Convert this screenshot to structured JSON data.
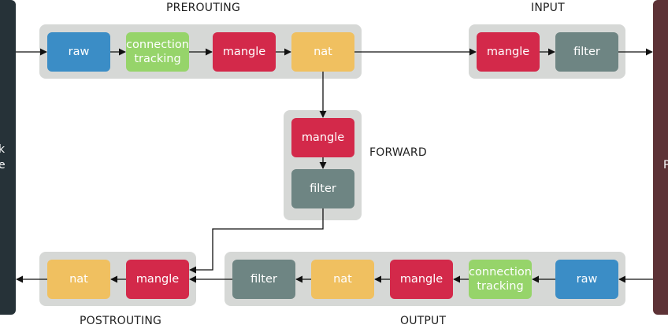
{
  "diagram": {
    "left_bar": {
      "text": "k\ne",
      "color": "#263238"
    },
    "right_bar": {
      "text": "P",
      "color": "#5d3236"
    },
    "chains": {
      "prerouting": {
        "label": "PREROUTING",
        "tables": [
          "raw",
          "connection\ntracking",
          "mangle",
          "nat"
        ]
      },
      "input": {
        "label": "INPUT",
        "tables": [
          "mangle",
          "filter"
        ]
      },
      "forward": {
        "label": "FORWARD",
        "tables": [
          "mangle",
          "filter"
        ]
      },
      "postrouting": {
        "label": "POSTROUTING",
        "tables": [
          "nat",
          "mangle"
        ]
      },
      "output": {
        "label": "OUTPUT",
        "tables": [
          "filter",
          "nat",
          "mangle",
          "connection\ntracking",
          "raw"
        ]
      }
    },
    "colors": {
      "raw": "#3b8dc6",
      "connection_tracking": "#96d46a",
      "mangle": "#d3294a",
      "nat": "#f0c060",
      "filter": "#6e8583",
      "group_box": "#d6d8d6"
    }
  }
}
